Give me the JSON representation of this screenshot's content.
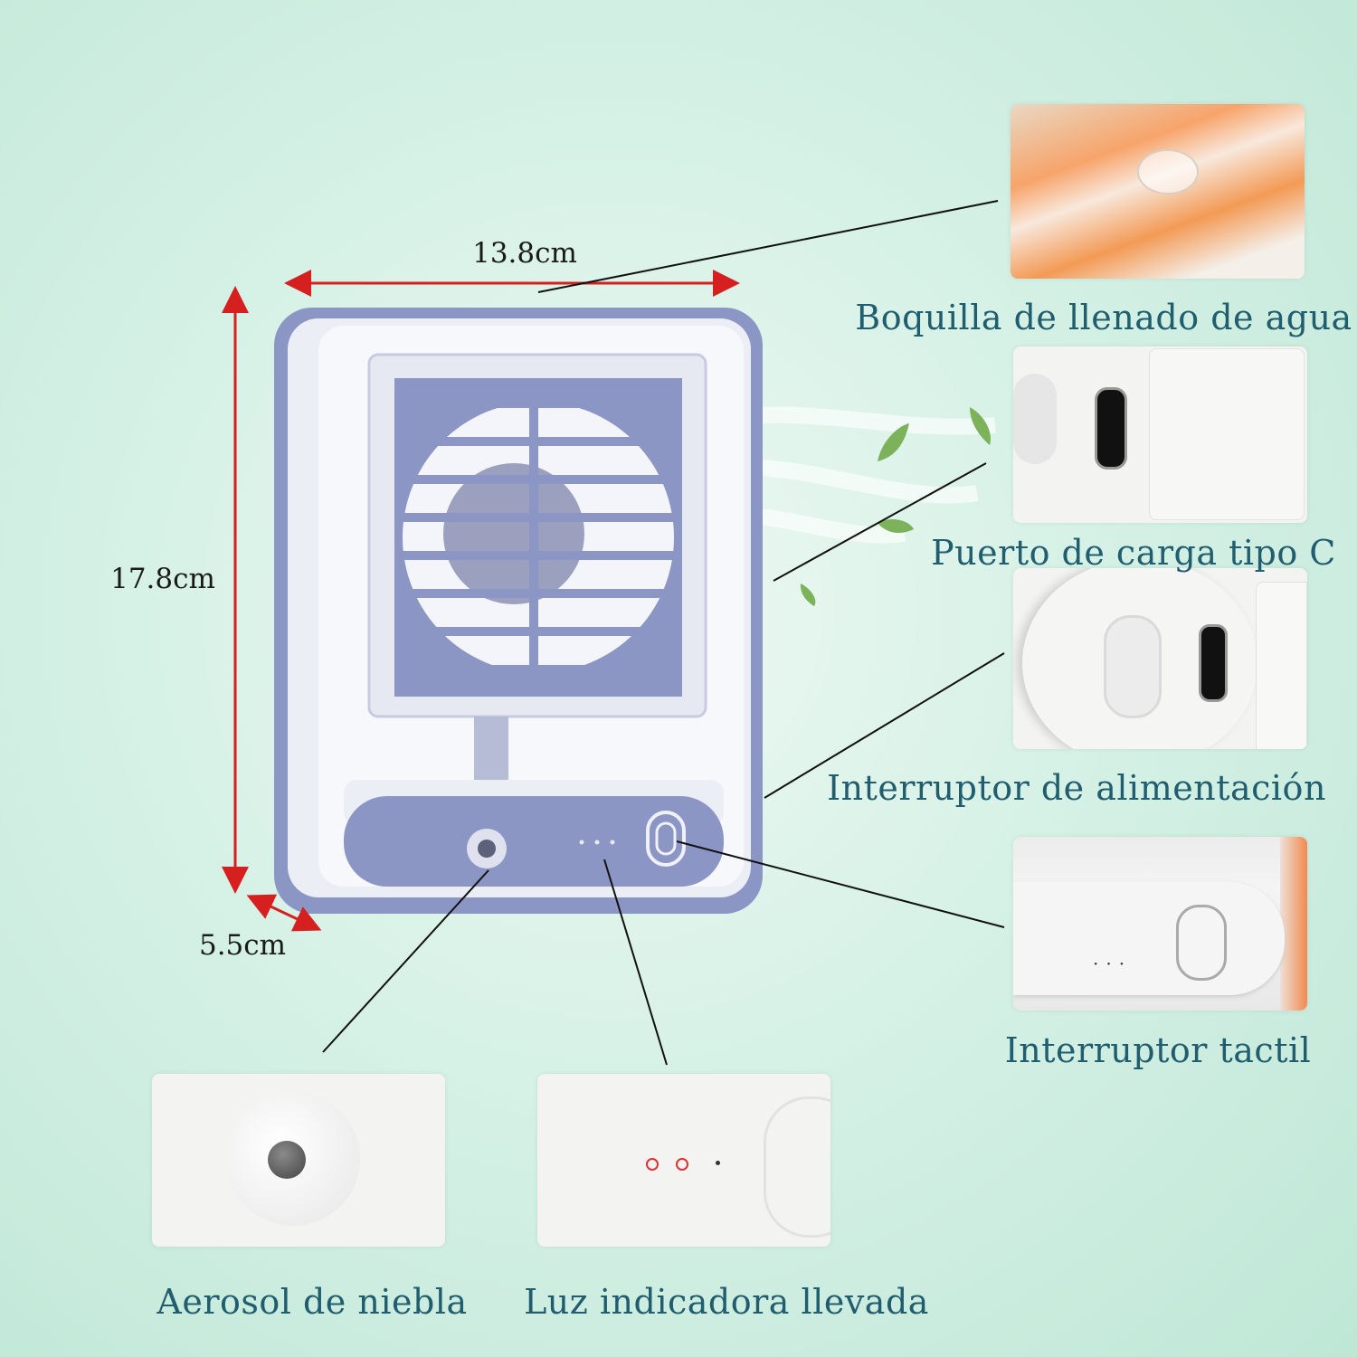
{
  "dimensions": {
    "width": "13.8cm",
    "height": "17.8cm",
    "depth": "5.5cm"
  },
  "features": [
    {
      "label": "Boquilla de llenado de agua",
      "icon": "water-fill-nozzle"
    },
    {
      "label": "Puerto de carga tipo C",
      "icon": "usb-c-port"
    },
    {
      "label": "Interruptor de alimentación",
      "icon": "power-switch"
    },
    {
      "label": "Interruptor tactil",
      "icon": "touch-switch"
    },
    {
      "label": "Aerosol de niebla",
      "icon": "mist-nozzle"
    },
    {
      "label": "Luz indicadora llevada",
      "icon": "led-indicator"
    }
  ],
  "colors": {
    "label": "#1f5d6f",
    "body": "#8c96c4",
    "arrow": "#d61f1f",
    "accent_orange": "#f39a55",
    "led": "#e03030"
  }
}
